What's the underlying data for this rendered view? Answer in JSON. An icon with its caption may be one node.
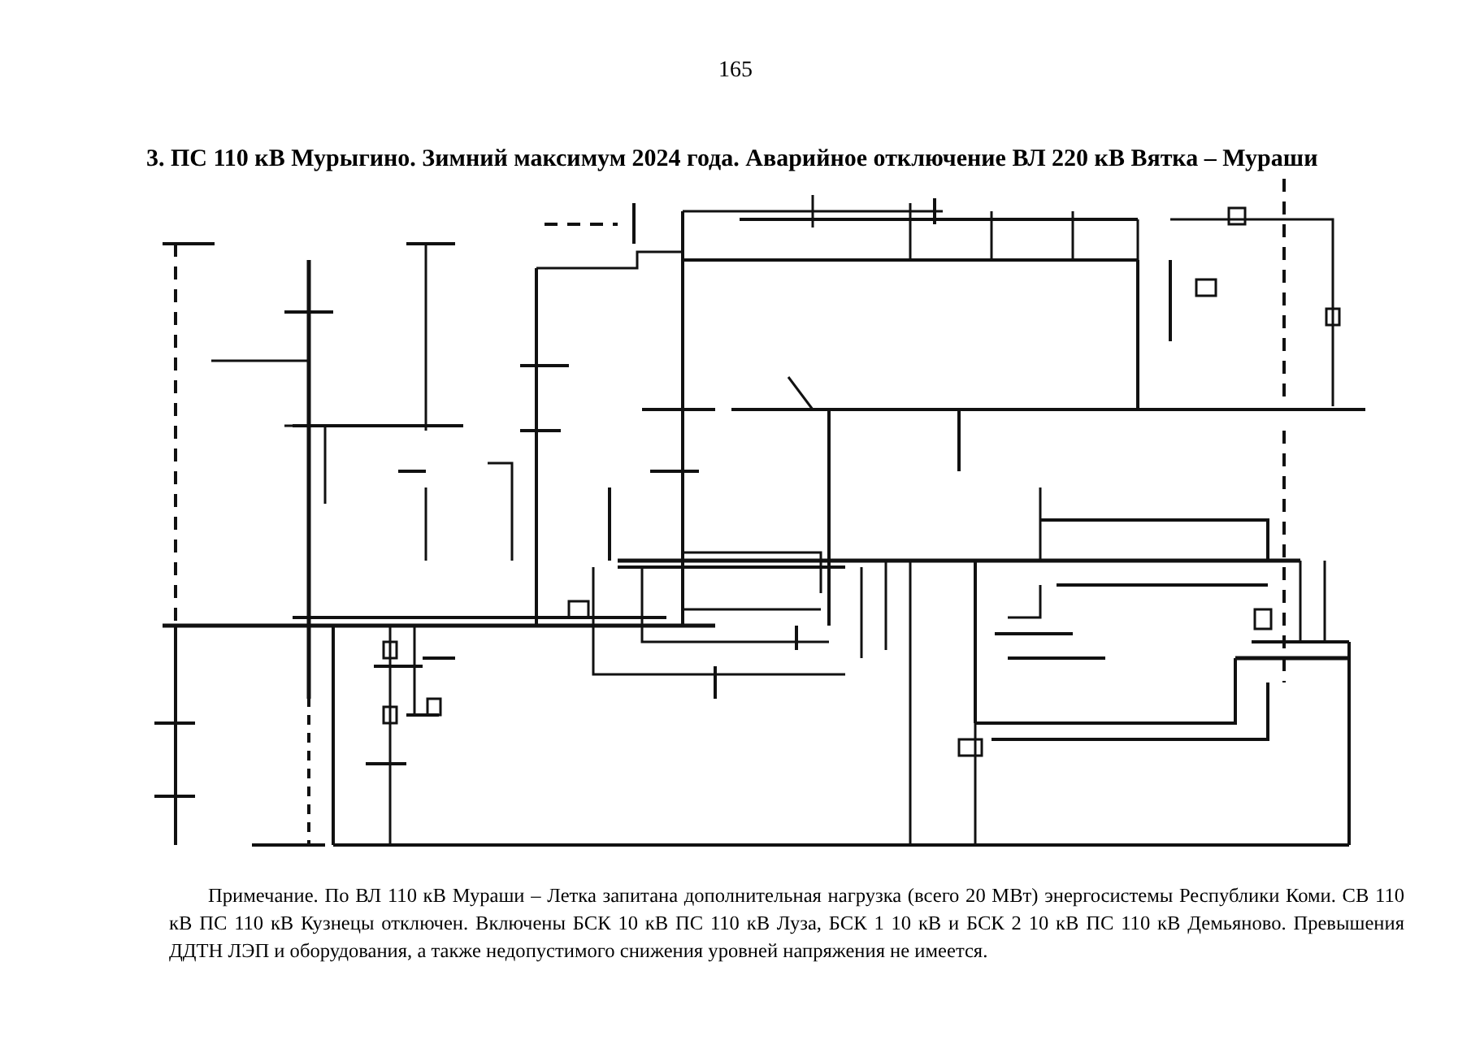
{
  "diagram": {
    "title": "3. ПС 110 кВ Мурыгино. Зимний максимум 2024 года. Аварийное отключение ВЛ 220 кВ Вятка – Мураши",
    "labels": [
      "165",
      "Примечание. По ВЛ 110 кВ Мураши – Летка запитана дополнительная нагрузка (всего 20 МВт) энергосистемы Республики Коми. СВ 110 кВ ПС 110 кВ Кузнецы отключен. Включены БСК 10 кВ ПС 110 кВ Луза, БСК 1 10 кВ и БСК 2 10 кВ ПС 110 кВ Демьяново. Превышения ДДТН ЛЭП и оборудования, а также недопустимого снижения уровней напряжения не имеется."
    ]
  }
}
